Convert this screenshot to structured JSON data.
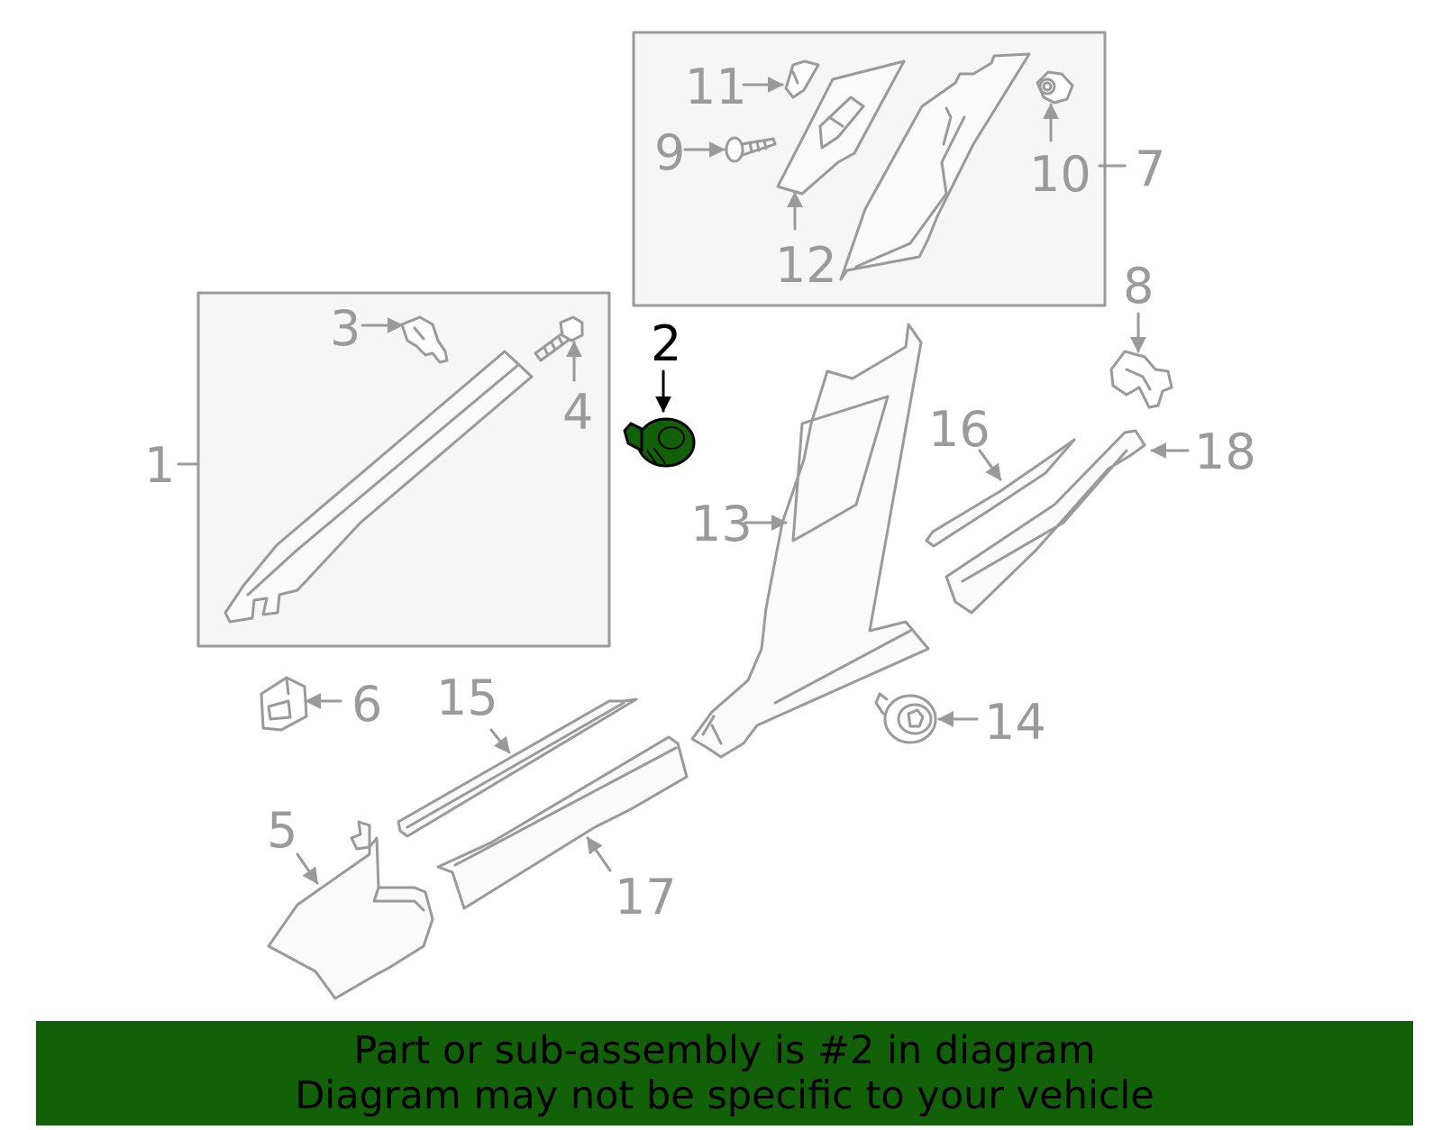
{
  "diagram": {
    "highlight_part": "2",
    "line_color": "#9a9a9a",
    "highlight_color": "#126108",
    "box_fill": "#f6f6f6",
    "callouts": {
      "p1": "1",
      "p2": "2",
      "p3": "3",
      "p4": "4",
      "p5": "5",
      "p6": "6",
      "p7": "7",
      "p8": "8",
      "p9": "9",
      "p10": "10",
      "p11": "11",
      "p12": "12",
      "p13": "13",
      "p14": "14",
      "p15": "15",
      "p16": "16",
      "p17": "17",
      "p18": "18"
    }
  },
  "banner": {
    "line1": "Part or sub-assembly is #2 in diagram",
    "line2": "Diagram may not be specific to your vehicle",
    "background": "#126108"
  }
}
